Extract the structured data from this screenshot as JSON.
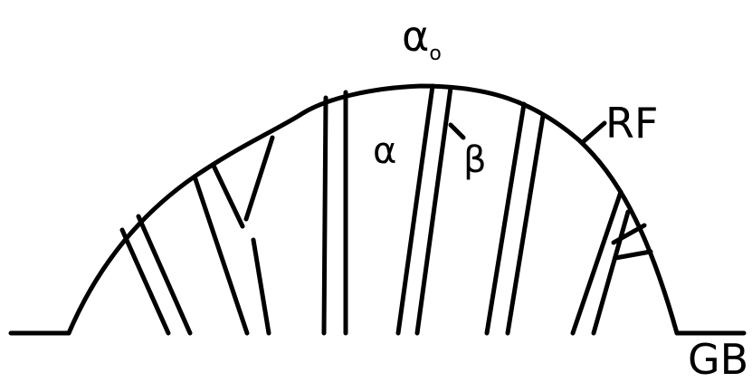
{
  "colors": {
    "ink": "#000000",
    "paper": "#ffffff"
  },
  "labels": {
    "alpha_zero_main": "α",
    "alpha_zero_sub": "o",
    "alpha": "α",
    "beta": "β",
    "reaction_front": "RF",
    "grain_boundary": "GB"
  }
}
